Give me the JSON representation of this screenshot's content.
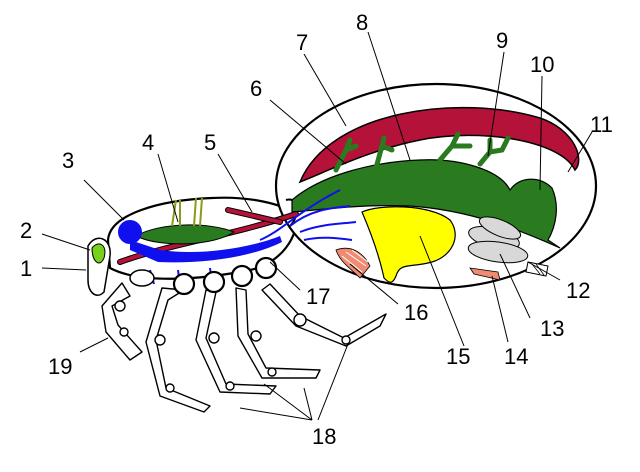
{
  "diagram": {
    "colors": {
      "muscle": "#b5123a",
      "gland": "#2a7a1f",
      "nerve": "#1010ee",
      "yolk": "#ffff00",
      "eye": "#77d11b",
      "booklung": "#f08a70",
      "spinneret": "#d8d8d8",
      "outline": "#000000",
      "fill": "#ffffff"
    },
    "labels": [
      "1",
      "2",
      "3",
      "4",
      "5",
      "6",
      "7",
      "8",
      "9",
      "10",
      "11",
      "12",
      "13",
      "14",
      "15",
      "16",
      "17",
      "18",
      "19"
    ]
  }
}
